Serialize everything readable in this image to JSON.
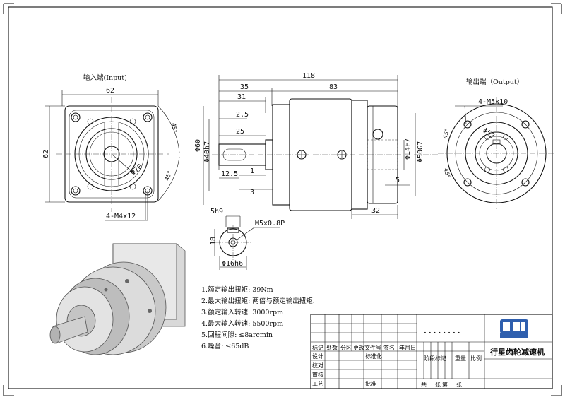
{
  "input_view": {
    "title": "输入端(Input)",
    "width": "62",
    "height": "62",
    "pcd": "Φ70",
    "angle_top": "45°",
    "angle_bottom": "45°",
    "bolt": "4-M4x12"
  },
  "side_view": {
    "total_length": "118",
    "dim_35": "35",
    "dim_31": "31",
    "dim_83": "83",
    "dim_2_5": "2.5",
    "dim_25": "25",
    "dim_12_5": "12.5",
    "dim_1": "1",
    "dim_3": "3",
    "dim_32": "32",
    "dim_5": "5",
    "dia_40": "Φ40h7",
    "dia_60": "Φ60",
    "dia_14": "Φ14F7",
    "dia_50": "Φ50G7"
  },
  "output_view": {
    "title": "输出端（Output）",
    "bolt": "4-M5x10",
    "pcd": "Φ52",
    "angle_top": "45°",
    "angle_bottom": "45°"
  },
  "shaft_section": {
    "key": "5h9",
    "thread": "M5x0.8P",
    "height": "18",
    "dia": "Φ16h6"
  },
  "specs": [
    "1.额定输出扭矩: 39Nm",
    "2.最大输出扭矩:  两倍与额定输出扭矩.",
    "3.额定输入转速: 3000rpm",
    "4.最大输入转速: 5500rpm",
    "5.回程间隙: ≤8arcmin",
    "6.噪音: ≤65dB"
  ],
  "title_block": {
    "dots": "........",
    "product_name": "行星齿轮减速机",
    "h_mark": "标记",
    "h_count": "处数",
    "h_zone": "分区",
    "h_doc": "更改文件号",
    "h_sign": "签名",
    "h_date": "年月日",
    "design": "设计",
    "standard": "标准化",
    "check": "校对",
    "review": "审核",
    "process": "工艺",
    "approve": "批准",
    "stage": "阶段标记",
    "weight": "重量",
    "scale": "比例",
    "sheets": "共　张第　张"
  }
}
